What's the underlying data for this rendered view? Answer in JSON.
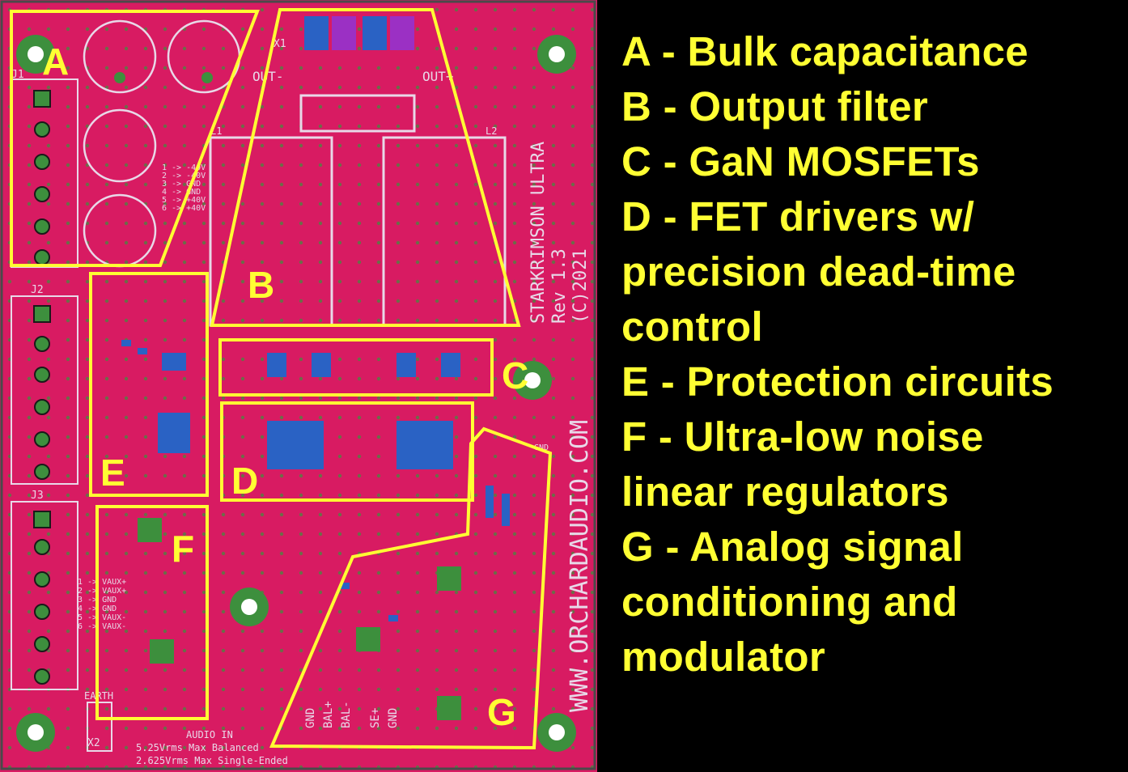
{
  "board": {
    "title": "STARKRIMSON ULTRA",
    "revision": "Rev 1.3",
    "copyright": "(C)2021",
    "website": "WWW.ORCHARDAUDIO.COM",
    "audio_in": [
      "AUDIO IN",
      "5.25Vrms Max Balanced",
      "2.625Vrms Max Single-Ended"
    ],
    "power_pins": [
      "1 -> -40V",
      "2 -> -40V",
      "3 -> GND",
      "4 -> GND",
      "5 -> +40V",
      "6 -> +40V"
    ],
    "aux_pins": [
      "1 -> VAUX+",
      "2 -> VAUX+",
      "3 -> GND",
      "4 -> GND",
      "5 -> VAUX-",
      "6 -> VAUX-"
    ],
    "input_pins": [
      "GND",
      "BAL+",
      "BAL-",
      "SE+",
      "GND"
    ],
    "connectors": [
      "J1",
      "J2",
      "J3",
      "X1",
      "X2"
    ],
    "out_labels": [
      "OUT-",
      "OUT+"
    ],
    "inductors": [
      "L1",
      "L2"
    ],
    "earth": "EARTH",
    "gnd": "GND"
  },
  "regions": [
    {
      "letter": "A",
      "label": "Bulk capacitance"
    },
    {
      "letter": "B",
      "label": "Output filter"
    },
    {
      "letter": "C",
      "label": "GaN MOSFETs"
    },
    {
      "letter": "D",
      "label": "FET drivers w/ precision dead-time control"
    },
    {
      "letter": "E",
      "label": "Protection circuits"
    },
    {
      "letter": "F",
      "label": "Ultra-low noise linear regulators"
    },
    {
      "letter": "G",
      "label": "Analog signal conditioning and modulator"
    }
  ],
  "legend_lines": [
    "A - Bulk capacitance",
    "B - Output filter",
    "C - GaN MOSFETs",
    "D - FET drivers w/",
    "precision dead-time",
    "control",
    "E - Protection circuits",
    "F - Ultra-low noise",
    "linear regulators",
    "G - Analog signal",
    "conditioning and",
    "modulator"
  ],
  "colors": {
    "board": "#d81b62",
    "highlight": "#ffff33",
    "copper": "#2a62c4",
    "via": "#3d8f3d",
    "silkscreen": "#e8d8e8",
    "background": "#000000"
  }
}
